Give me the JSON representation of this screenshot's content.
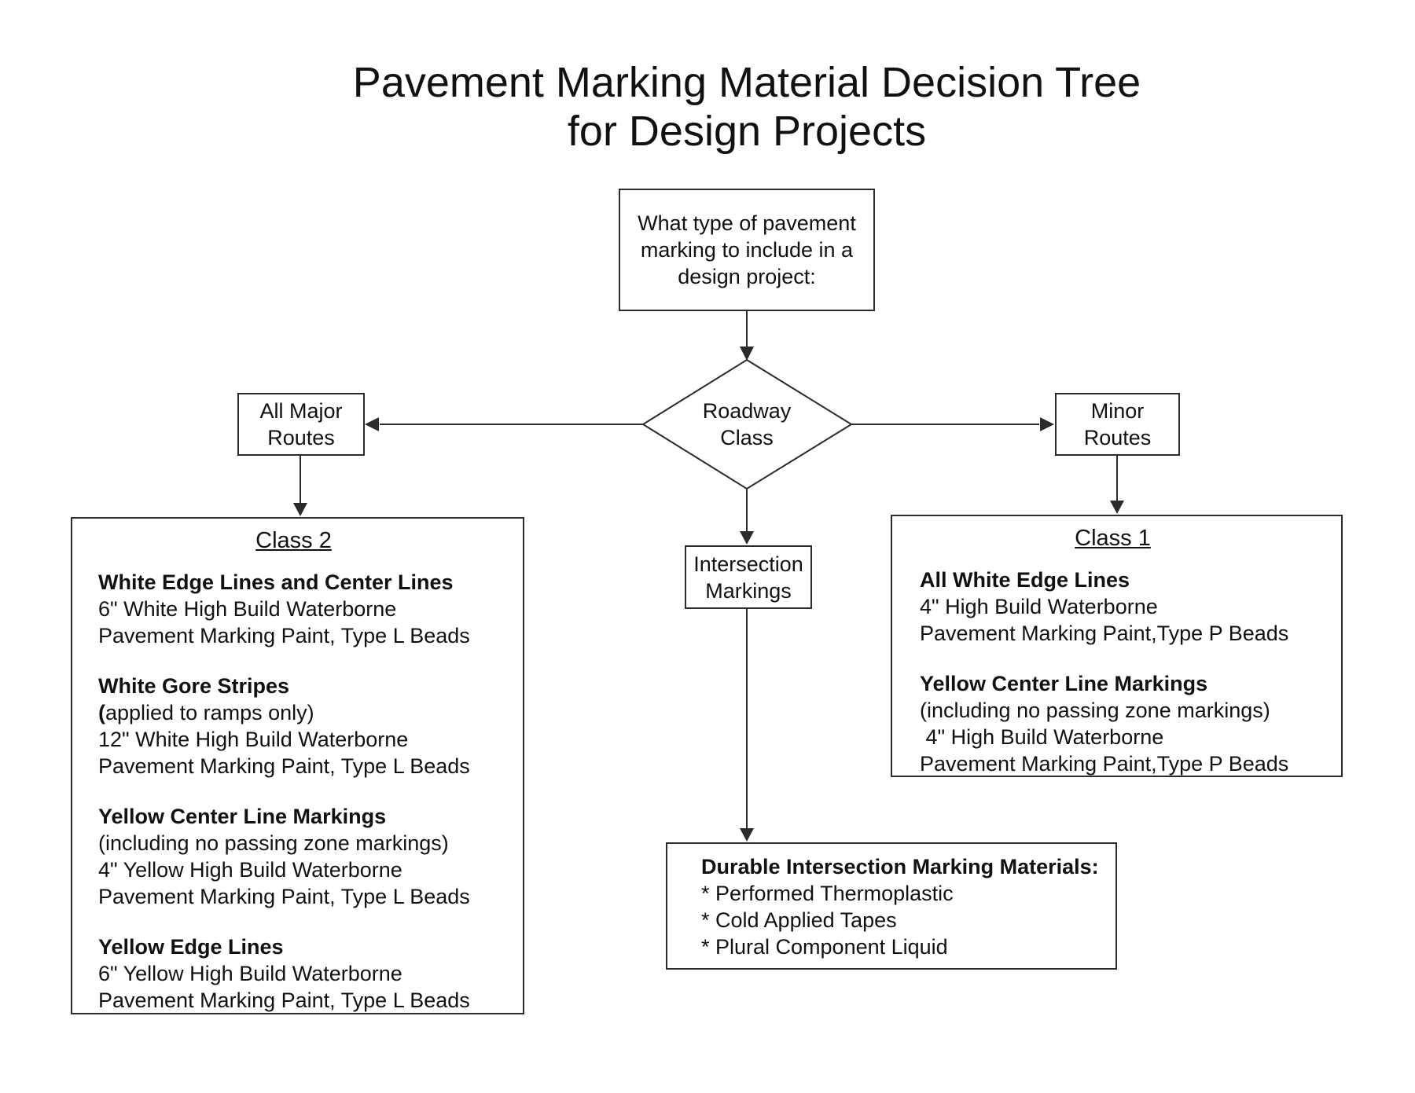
{
  "title": {
    "line1": "Pavement Marking Material Decision Tree",
    "line2": "for Design Projects"
  },
  "question_box": {
    "line1": "What type of pavement",
    "line2": "marking to include in a",
    "line3": "design project:"
  },
  "decision_diamond": {
    "line1": "Roadway",
    "line2": "Class"
  },
  "major_routes_box": {
    "line1": "All Major",
    "line2": "Routes"
  },
  "minor_routes_box": {
    "line1": "Minor",
    "line2": "Routes"
  },
  "intersection_box": {
    "line1": "Intersection",
    "line2": "Markings"
  },
  "class2_box": {
    "heading": "Class 2",
    "sections": [
      {
        "title": "White Edge Lines and Center Lines",
        "lines": [
          "6\" White High Build Waterborne",
          "Pavement Marking Paint, Type L Beads"
        ]
      },
      {
        "title": "White Gore Stripes",
        "paren_bold": "(",
        "paren_rest": "applied to ramps only)",
        "lines": [
          "12\" White High Build Waterborne",
          "Pavement Marking Paint, Type L Beads"
        ]
      },
      {
        "title": "Yellow Center Line Markings",
        "lines": [
          "(including no passing zone markings)",
          "4\" Yellow High Build Waterborne",
          "Pavement Marking Paint, Type L Beads"
        ]
      },
      {
        "title": "Yellow Edge Lines",
        "lines": [
          "6\" Yellow High Build Waterborne",
          "Pavement Marking Paint, Type L Beads"
        ]
      }
    ]
  },
  "class1_box": {
    "heading": "Class 1",
    "sections": [
      {
        "title": "All White Edge Lines",
        "lines": [
          "4\" High Build Waterborne",
          "Pavement Marking Paint,Type P Beads"
        ]
      },
      {
        "title": "Yellow Center Line Markings",
        "lines": [
          "(including no passing zone markings)",
          " 4\" High Build Waterborne",
          "Pavement Marking Paint,Type P Beads"
        ]
      }
    ]
  },
  "durable_box": {
    "title": "Durable Intersection Marking Materials:",
    "lines": [
      "* Performed Thermoplastic",
      "* Cold Applied Tapes",
      "* Plural Component Liquid"
    ]
  },
  "colors": {
    "line": "#2b2b2b",
    "text": "#111111",
    "background": "#ffffff"
  }
}
